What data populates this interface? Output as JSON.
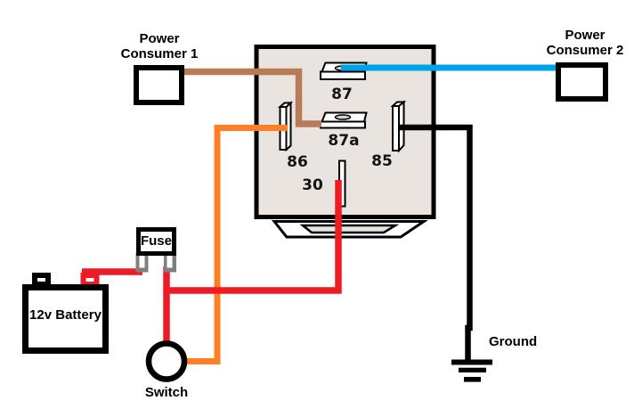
{
  "relay": {
    "pin_labels": {
      "p87": "87",
      "p87a": "87a",
      "p86": "86",
      "p85": "85",
      "p30": "30"
    }
  },
  "components": {
    "consumer1": {
      "line1": "Power",
      "line2": "Consumer 1"
    },
    "consumer2": {
      "line1": "Power",
      "line2": "Consumer 2"
    },
    "fuse": {
      "label": "Fuse"
    },
    "battery": {
      "label": "12v Battery"
    },
    "switch": {
      "label": "Switch"
    },
    "ground": {
      "label": "Ground"
    }
  },
  "colors": {
    "red": "#ED1C24",
    "orange": "#FF7F27",
    "blue": "#00A2E8",
    "brown": "#B97A57",
    "prong_gray": "#7F7F7F",
    "relay_fill": "#E9E4DF",
    "outline": "#000000"
  },
  "connections": [
    {
      "wire_color": "brown",
      "from": "Power Consumer 1",
      "to": "relay pin 87a"
    },
    {
      "wire_color": "blue",
      "from": "relay pin 87",
      "to": "Power Consumer 2"
    },
    {
      "wire_color": "orange",
      "from": "relay pin 86",
      "to": "Switch"
    },
    {
      "wire_color": "black",
      "from": "relay pin 85",
      "to": "Ground"
    },
    {
      "wire_color": "red",
      "from": "12v Battery",
      "to": "Fuse"
    },
    {
      "wire_color": "red",
      "from": "Fuse",
      "to": "Switch"
    },
    {
      "wire_color": "red",
      "from": "Fuse",
      "to": "relay pin 30"
    }
  ]
}
